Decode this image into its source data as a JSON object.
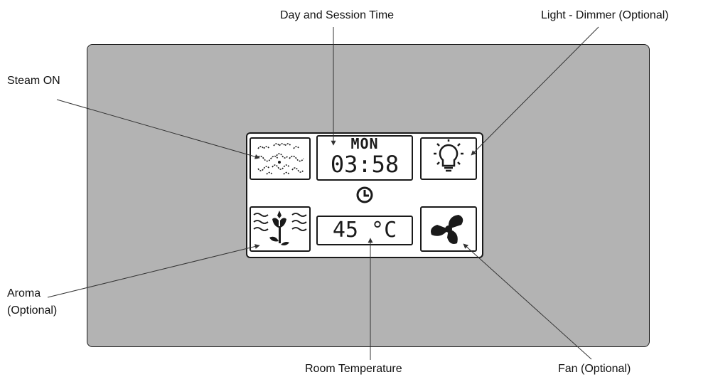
{
  "display": {
    "day": "MON",
    "time": "03:58",
    "temperature": "45 °C"
  },
  "labels": {
    "steam_on": "Steam ON",
    "day_session_time": "Day and Session Time",
    "light_dimmer": "Light - Dimmer (Optional)",
    "aroma_line1": "Aroma",
    "aroma_line2": "(Optional)",
    "room_temperature": "Room Temperature",
    "fan": "Fan (Optional)"
  },
  "icons": {
    "steam": "steam-icon",
    "light": "light-bulb-icon",
    "aroma": "aroma-flower-icon",
    "fan": "fan-icon",
    "clock": "clock-icon"
  },
  "colors": {
    "panel": "#b3b3b3",
    "screen": "#ffffff",
    "ink": "#1a1a1a"
  }
}
